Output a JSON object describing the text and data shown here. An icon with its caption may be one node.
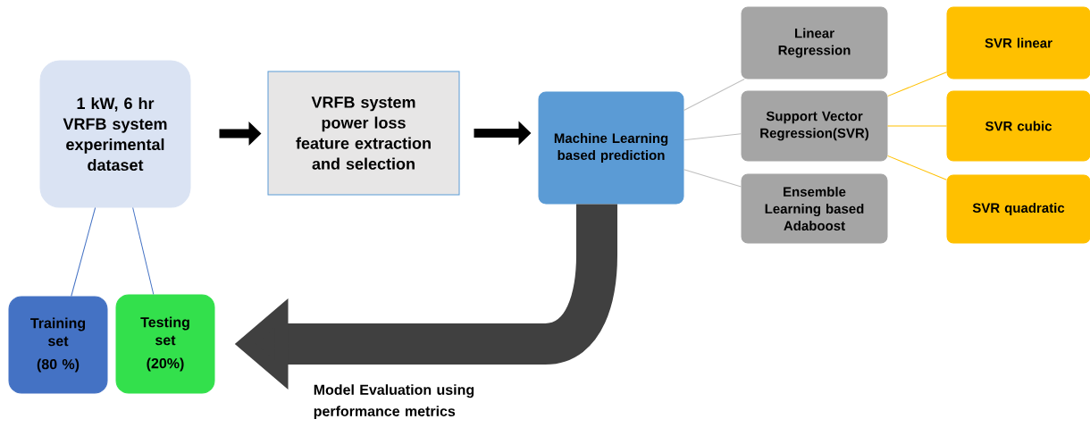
{
  "diagram": {
    "nodes": [
      {
        "text": [
          "1 kW, 6 hr VRFB system experimental dataset"
        ]
      },
      {
        "text": [
          "VRFB system power loss feature extraction and selection"
        ]
      },
      {
        "text": [
          "Machine Learning based prediction"
        ]
      },
      {
        "text": [
          "Linear Regression"
        ]
      },
      {
        "text": [
          "Support Vector Regression(SVR)"
        ]
      },
      {
        "text": [
          "Ensemble Learning based Adaboost"
        ]
      },
      {
        "text": [
          "SVR linear"
        ]
      },
      {
        "text": [
          "SVR cubic"
        ]
      },
      {
        "text": [
          "SVR quadratic"
        ]
      },
      {
        "text": [
          "Training set",
          "(80 %)"
        ]
      },
      {
        "text": [
          "Testing set",
          "(20%)"
        ]
      }
    ],
    "edges": [
      {
        "from": 0,
        "to": 1,
        "arrow": "to",
        "style": "thick",
        "color": "#000000"
      },
      {
        "from": 1,
        "to": 2,
        "arrow": "to",
        "style": "thick",
        "color": "#000000"
      },
      {
        "from": 2,
        "to": 3,
        "arrow": "none"
      },
      {
        "from": 2,
        "to": 4,
        "arrow": "none"
      },
      {
        "from": 2,
        "to": 5,
        "arrow": "none"
      },
      {
        "from": 4,
        "to": 6,
        "arrow": "none",
        "color": "#ffc000"
      },
      {
        "from": 4,
        "to": 7,
        "arrow": "none",
        "color": "#ffc000"
      },
      {
        "from": 4,
        "to": 8,
        "arrow": "none",
        "color": "#ffc000"
      },
      {
        "from": 0,
        "to": 9,
        "arrow": "none",
        "color": "#4472c4"
      },
      {
        "from": 0,
        "to": 10,
        "arrow": "none",
        "color": "#4472c4"
      },
      {
        "from": 2,
        "to": 10,
        "arrow": "to",
        "style": "thick",
        "color": "#404040",
        "label": "Model Evaluation using performance metrics"
      }
    ]
  }
}
